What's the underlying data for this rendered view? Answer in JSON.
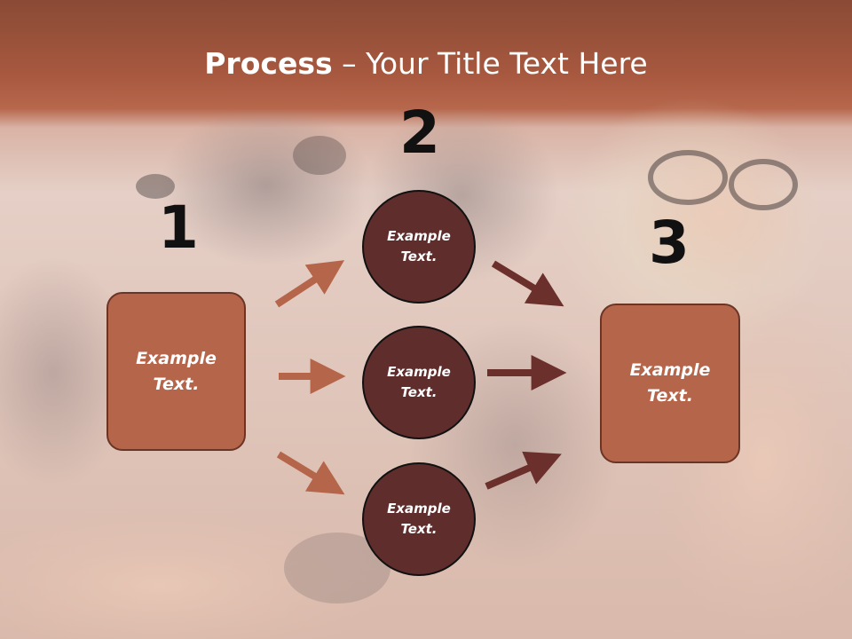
{
  "title": {
    "bold": "Process",
    "rest": " – Your Title Text Here"
  },
  "steps": [
    {
      "number": "1",
      "text": "Example\nText."
    },
    {
      "number": "2",
      "text": "Example\nText."
    },
    {
      "number": "3",
      "text": "Example\nText."
    }
  ],
  "circles": [
    {
      "text": "Example\nText."
    },
    {
      "text": "Example\nText."
    },
    {
      "text": "Example\nText."
    }
  ],
  "colors": {
    "band": "#b0644a",
    "box": "#b5654a",
    "circle": "#5e2d2c",
    "arrow_in": "#b5654a",
    "arrow_out": "#6b2f2c",
    "numbers": "#111111"
  },
  "background": {
    "description_icon": "photo-background"
  }
}
